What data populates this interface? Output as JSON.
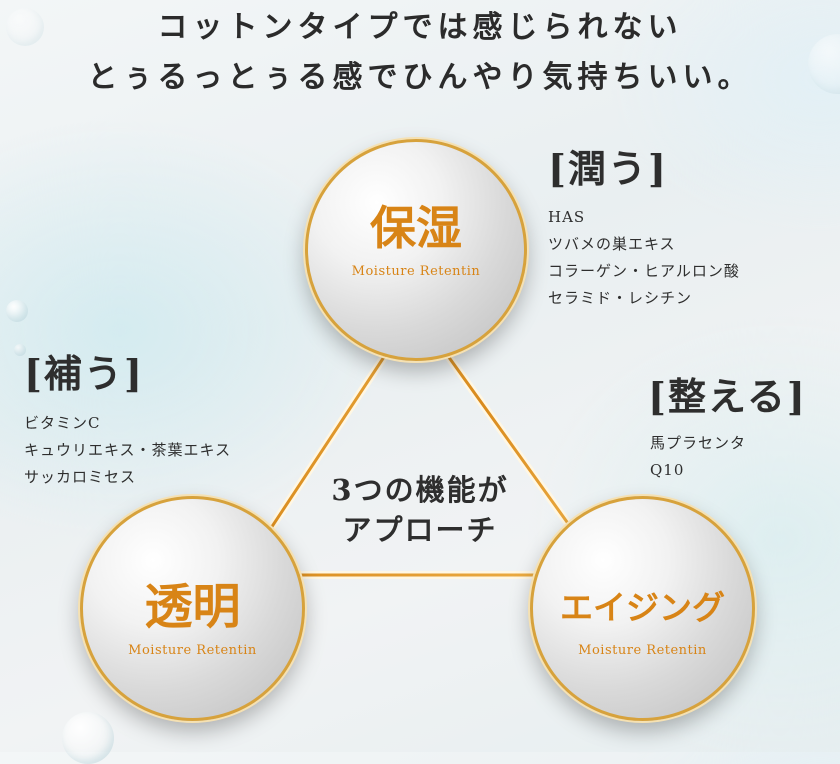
{
  "headline": {
    "line1": "コットンタイプでは感じられない",
    "line2": "とぅるっとぅる感でひんやり気持ちいい。"
  },
  "center": {
    "line1": "3つの機能が",
    "line2": "アプローチ"
  },
  "moisture": {
    "title": "保湿",
    "subtitle": "Moisture Retentin",
    "bracket": "[潤う]",
    "items": [
      "HAS",
      "ツバメの巣エキス",
      "コラーゲン・ヒアルロン酸",
      "セラミド・レシチン"
    ]
  },
  "clarity": {
    "title": "透明",
    "subtitle": "Moisture Retentin",
    "bracket": "[補う]",
    "items": [
      "ビタミンC",
      "キュウリエキス・茶葉エキス",
      "サッカロミセス"
    ]
  },
  "aging": {
    "title": "エイジング",
    "subtitle": "Moisture Retentin",
    "bracket": "[整える]",
    "items": [
      "馬プラセンタ",
      "Q10"
    ]
  },
  "colors": {
    "accent_orange": "#d88416",
    "gold_line": "#e3a02a"
  }
}
